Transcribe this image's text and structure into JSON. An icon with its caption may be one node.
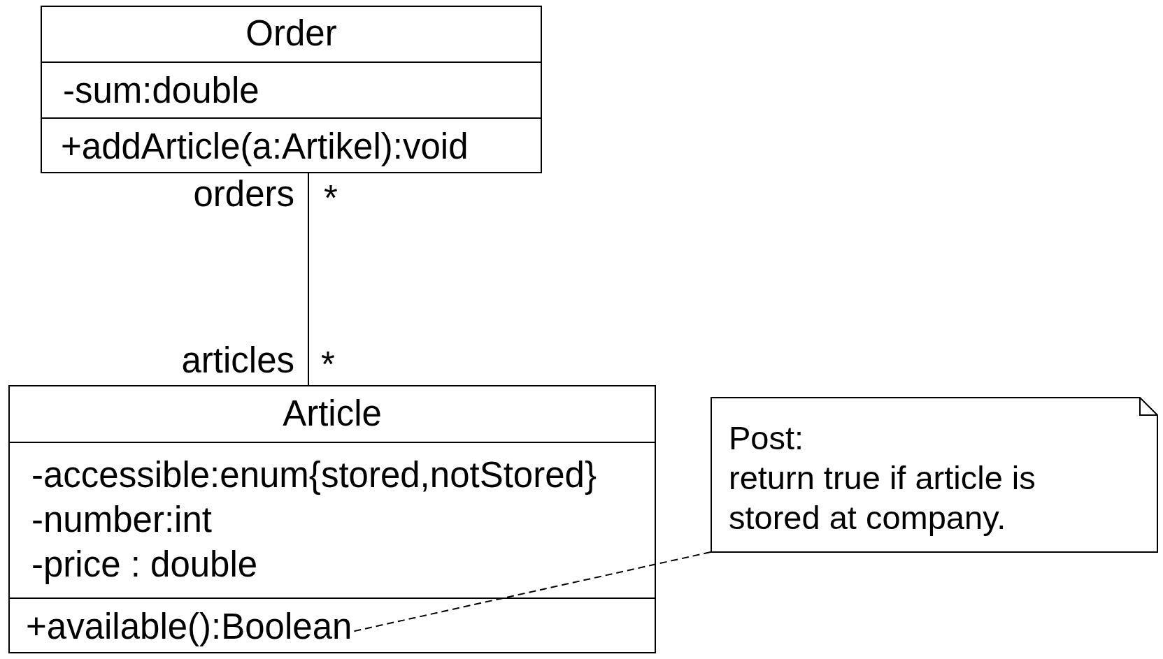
{
  "diagram": {
    "nodes": [
      {
        "text": [
          "Order",
          "-sum:double",
          "+addArticle(a:Artikel):void"
        ]
      },
      {
        "text": [
          "Article",
          "-accessible:enum{stored,notStored}",
          "-number:int",
          "-price : double"
        ]
      },
      {
        "text": [
          "+available():Boolean"
        ],
        "in": 1
      },
      {
        "text": [
          "Post:",
          "return true if article is stored at company."
        ]
      }
    ],
    "edges": [
      {
        "from": 0,
        "to": 1,
        "arrow": "none"
      },
      {
        "from": 3,
        "to": 2,
        "arrow": "none",
        "style": "dashed"
      }
    ],
    "labels": [
      "orders",
      "*",
      "articles",
      "*"
    ]
  }
}
